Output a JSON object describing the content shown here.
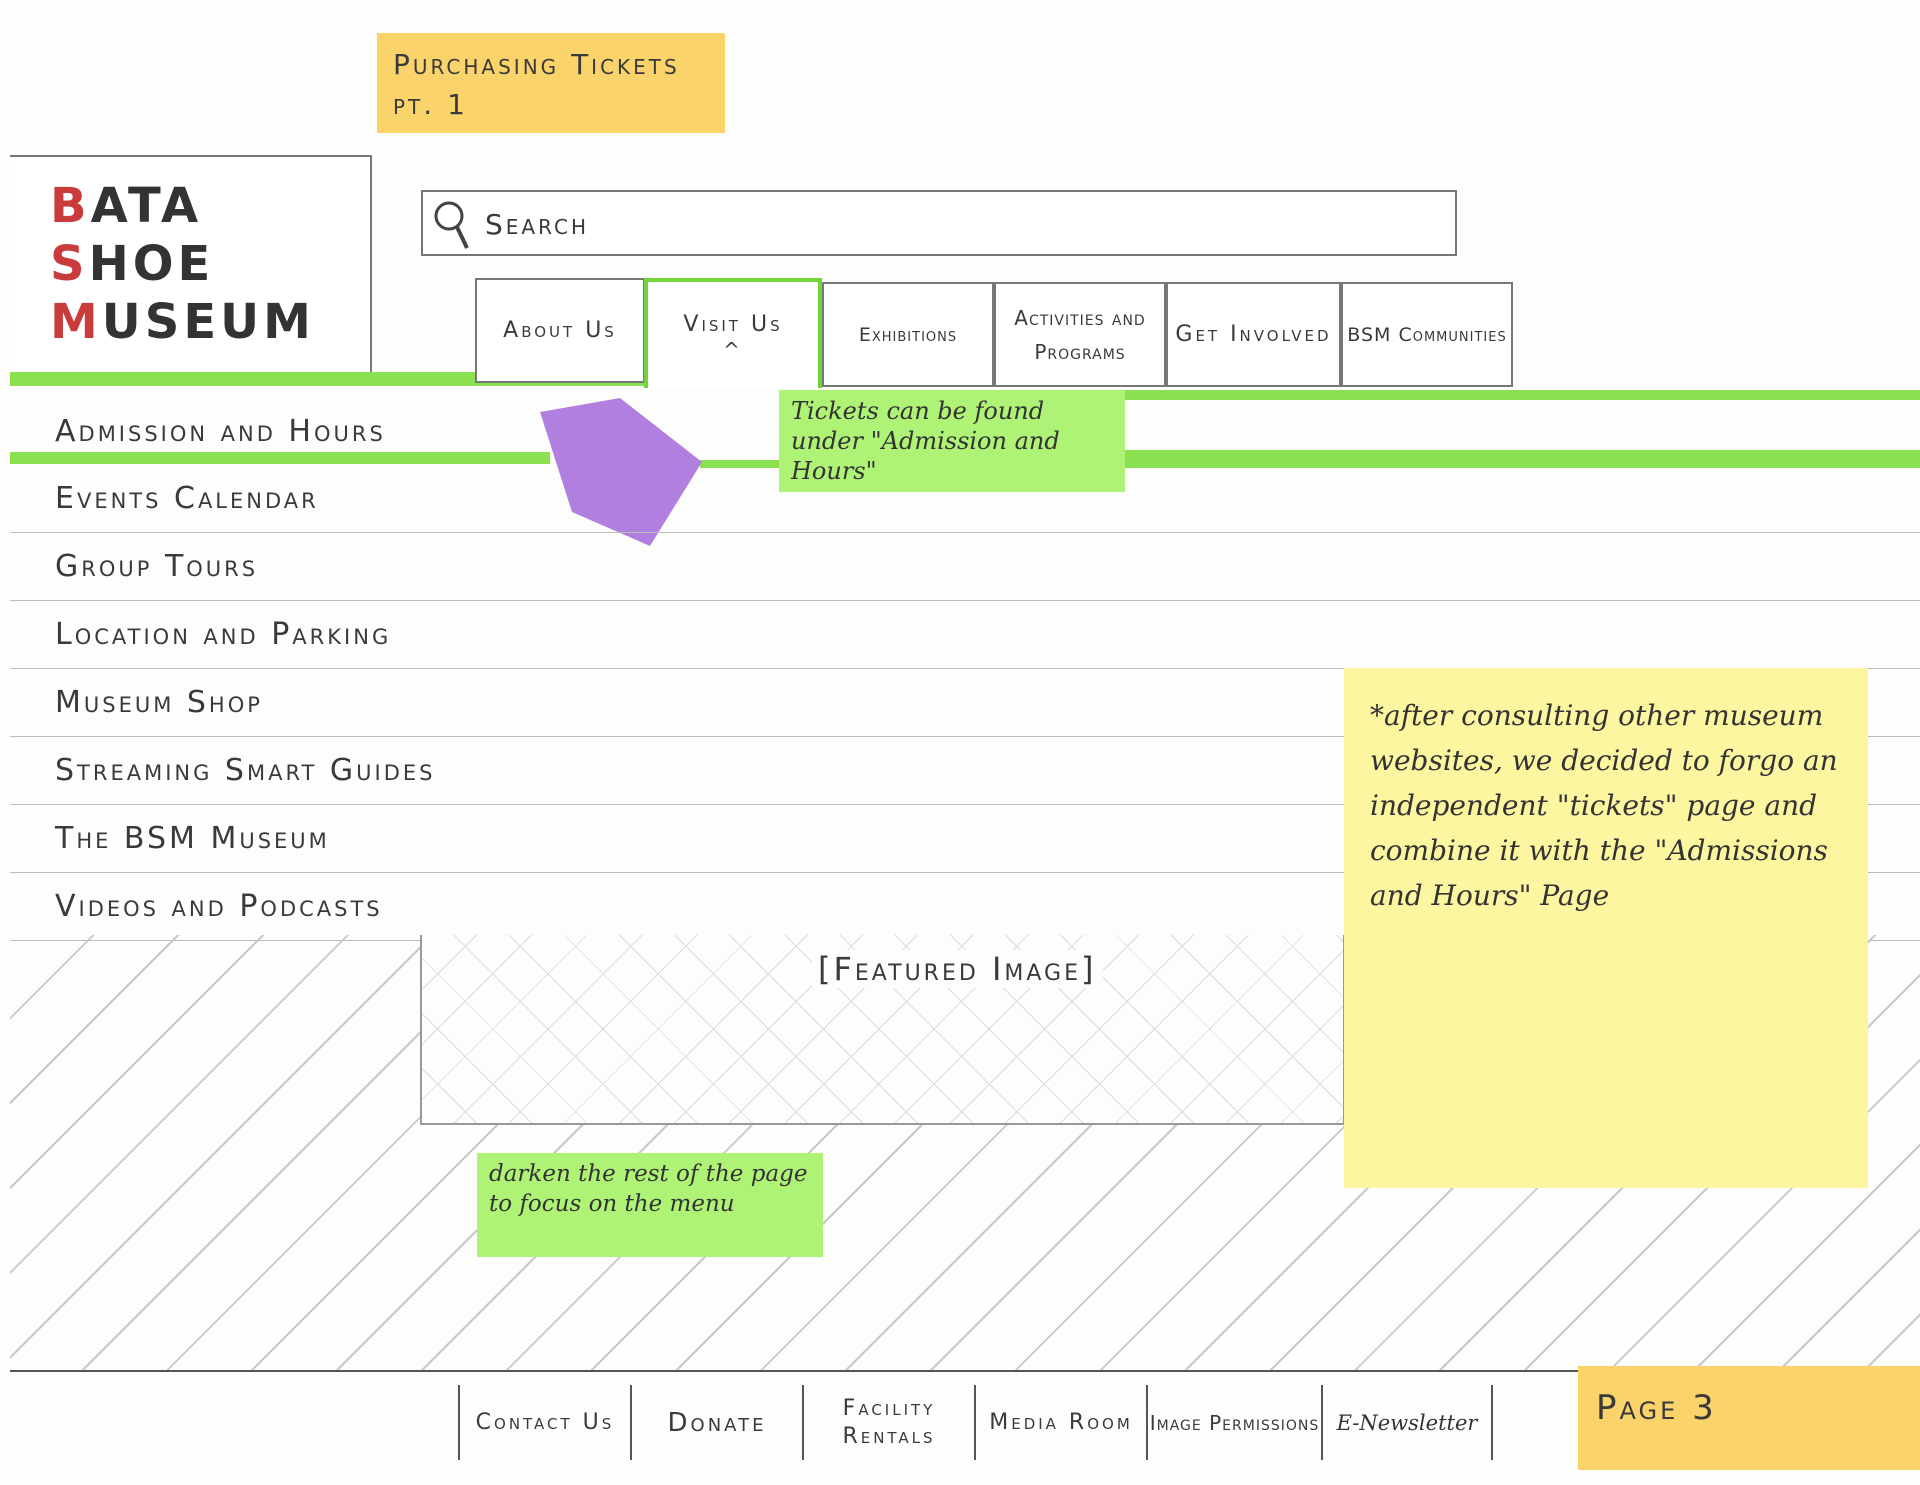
{
  "note_purchasing": "Purchasing Tickets pt. 1",
  "logo": {
    "line1_first": "B",
    "line1_rest": "ATA",
    "line2_first": "S",
    "line2_rest": "HOE",
    "line3_first": "M",
    "line3_rest": "USEUM"
  },
  "search": {
    "placeholder": "Search",
    "icon": "search-icon"
  },
  "nav": {
    "about": "About Us",
    "visit": "Visit Us",
    "visit_caret": "^",
    "exhibitions": "Exhibitions",
    "activities": "Activities and Programs",
    "get_involved": "Get Involved",
    "community": "BSM Communities"
  },
  "note_tickets": "Tickets can be found under \"Admission and Hours\"",
  "menu": [
    "Admission and Hours",
    "Events Calendar",
    "Group Tours",
    "Location and Parking",
    "Museum Shop",
    "Streaming Smart Guides",
    "The BSM Museum",
    "Videos and Podcasts"
  ],
  "featured_image": "[Featured Image]",
  "note_consulting": "*after consulting other museum websites, we decided to forgo an independent \"tickets\" page and combine it with the \"Admissions and Hours\" Page",
  "note_darken": "darken the rest of the page to focus on the menu",
  "footer": {
    "contact": "Contact Us",
    "donate": "Donate",
    "facility": "Facility Rentals",
    "media": "Media Room",
    "image_permissions": "Image Permissions",
    "enewsletter": "E-Newsletter"
  },
  "page_label": "Page 3",
  "colors": {
    "highlight_green": "#8be04f",
    "sticky_orange": "#fbd36b",
    "sticky_yellow": "#fdf6a0",
    "sticky_green": "#aef276",
    "purple_pointer": "#b07fe0",
    "logo_red": "#c93c3c"
  }
}
